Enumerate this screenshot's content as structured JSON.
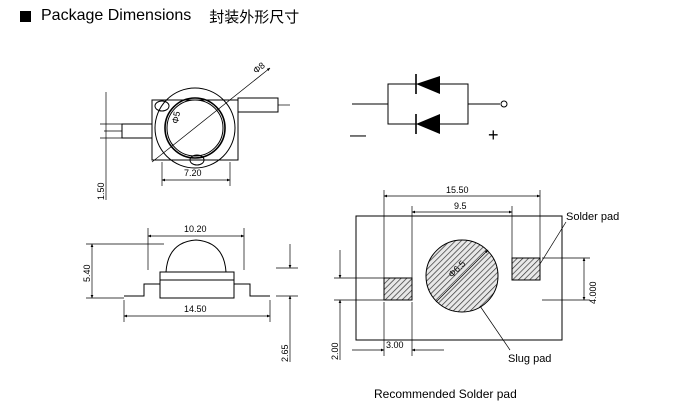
{
  "header": {
    "title_en": "Package Dimensions",
    "title_cn": "封装外形尺寸"
  },
  "top_view": {
    "diameter_label": "Φ8",
    "lens_label": "Φ5",
    "width_label": "7.20",
    "height_label": "1.50"
  },
  "side_view": {
    "lens_width_label": "10.20",
    "height_label": "5.40",
    "total_width_label": "14.50",
    "lead_label": "2.65"
  },
  "schematic": {
    "minus_label": "—",
    "plus_label": "+"
  },
  "solder_pad": {
    "overall_label": "15.50",
    "pad_spacing_label": "9.5",
    "solder_pad_label": "Solder pad",
    "pad_height_label": "4.000",
    "slug_diameter_label": "Φ6.5",
    "slug_pad_label": "Slug pad",
    "pad_width_label": "3.00",
    "pad_size_label": "2.00",
    "caption": "Recommended Solder pad"
  }
}
